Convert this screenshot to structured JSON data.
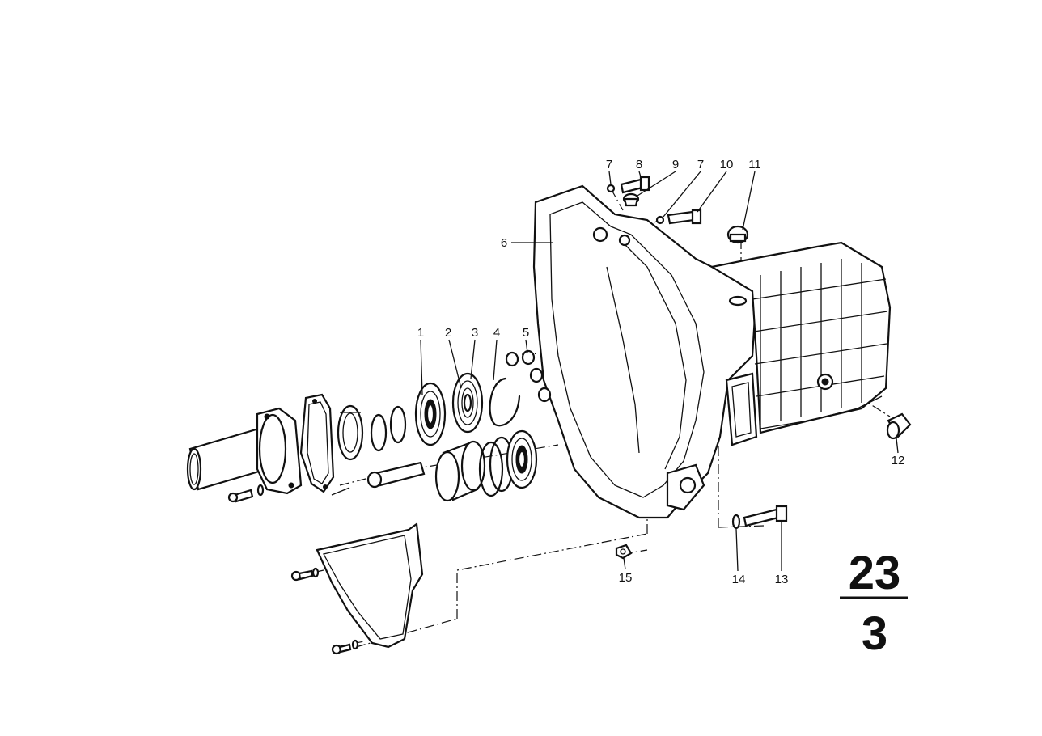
{
  "callouts": [
    {
      "num": "1"
    },
    {
      "num": "2"
    },
    {
      "num": "3"
    },
    {
      "num": "4"
    },
    {
      "num": "5"
    },
    {
      "num": "6"
    },
    {
      "num": "7"
    },
    {
      "num": "8"
    },
    {
      "num": "9"
    },
    {
      "num": "7"
    },
    {
      "num": "10"
    },
    {
      "num": "11"
    },
    {
      "num": "12"
    },
    {
      "num": "13"
    },
    {
      "num": "14"
    },
    {
      "num": "15"
    }
  ],
  "group": {
    "main": "23",
    "sub": "3"
  },
  "icons": {
    "housing": "gearbox-housing-icon",
    "bearing": "bearing-icon",
    "bolt": "bolt-icon",
    "cover": "cover-plate-icon"
  }
}
